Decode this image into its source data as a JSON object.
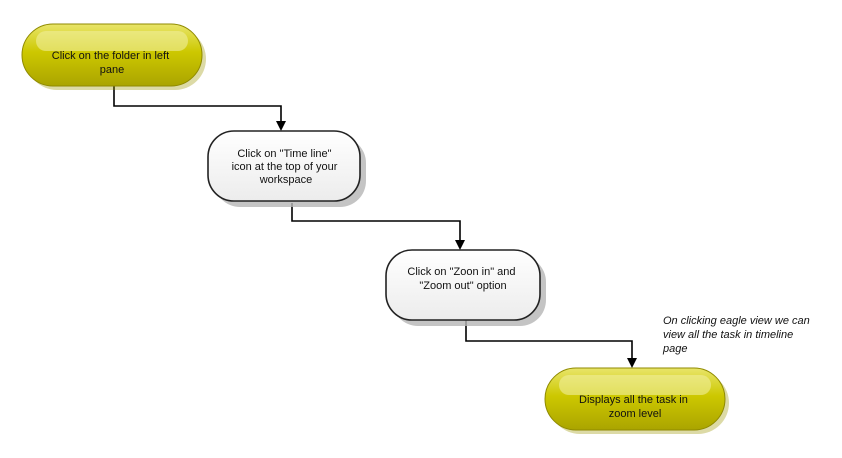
{
  "colors": {
    "start_fill": "#c8c200",
    "start_highlight": "#e6e27a",
    "process_fill": "#f3f3f3",
    "process_border": "#222222",
    "shadow": "#bdbdbd",
    "connector": "#000000"
  },
  "nodes": [
    {
      "id": "start",
      "kind": "terminal",
      "lines": [
        "Click on the folder in left",
        "pane"
      ]
    },
    {
      "id": "step-timeline",
      "kind": "process",
      "lines": [
        "Click on \"Time line\"",
        "icon at the top of your",
        "workspace"
      ]
    },
    {
      "id": "step-zoom",
      "kind": "process",
      "lines": [
        "Click on \"Zoon in\" and",
        "\"Zoom out\" option"
      ]
    },
    {
      "id": "end",
      "kind": "terminal",
      "lines": [
        "Displays all the task in",
        "zoom level"
      ]
    }
  ],
  "note": {
    "lines": [
      "On clicking eagle view we can",
      "view all the task in timeline",
      "page"
    ]
  }
}
